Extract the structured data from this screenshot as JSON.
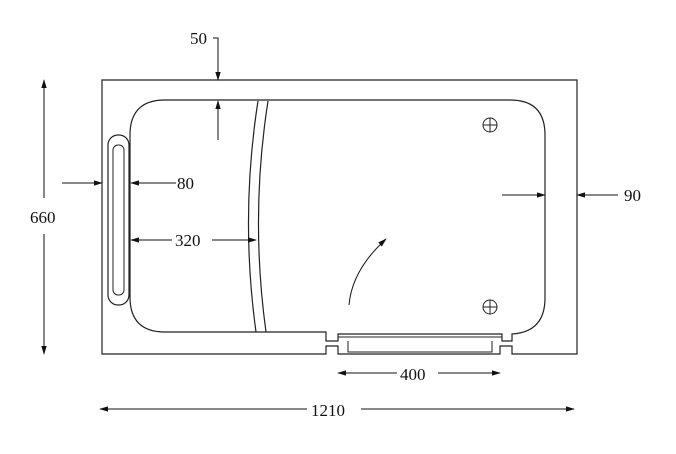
{
  "dimensions": {
    "overall_width": "1210",
    "overall_height": "660",
    "rim_top": "50",
    "rim_left": "80",
    "seat_depth": "320",
    "rim_right": "90",
    "door_opening": "400"
  },
  "colors": {
    "line": "#222222",
    "background": "#ffffff"
  },
  "icons": [
    "drain-cross-icon",
    "swing-arrow-icon",
    "grab-handle-icon"
  ]
}
